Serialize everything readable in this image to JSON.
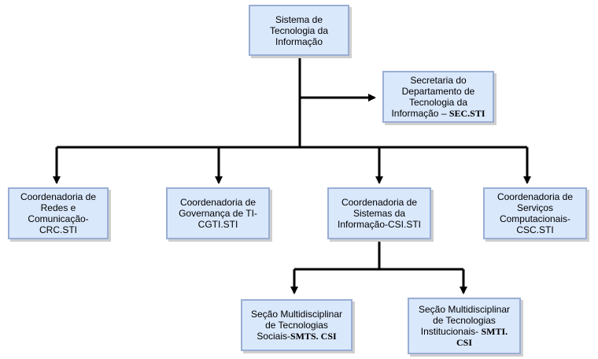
{
  "diagram": {
    "root": {
      "lines": [
        "Sistema de",
        "Tecnologia da",
        "Informação"
      ]
    },
    "secretaria": {
      "lines": [
        "Secretaria do",
        "Departamento de",
        "Tecnologia da"
      ],
      "last_prefix": "Informação – ",
      "last_suffix": "SEC.STI"
    },
    "crc": {
      "lines": [
        "Coordenadoria de",
        "Redes e",
        "Comunicação-",
        "CRC.STI"
      ]
    },
    "cgti": {
      "lines": [
        "Coordenadoria de",
        "Governança de TI-",
        "CGTI.STI"
      ]
    },
    "csi": {
      "lines": [
        "Coordenadoria de",
        "Sistemas da",
        "Informação-CSI.STI"
      ]
    },
    "csc": {
      "lines": [
        "Coordenadoria de",
        "Serviços",
        "Computacionais-",
        "CSC.STI"
      ]
    },
    "smts": {
      "lines": [
        "Seção Multidisciplinar",
        "de Tecnologias"
      ],
      "last_prefix": "Sociais-",
      "last_suffix": "SMTS. CSI"
    },
    "smti": {
      "lines": [
        "Seção Multidisciplinar",
        "de Tecnologias"
      ],
      "last_prefix": "Institucionais- ",
      "last_suffix": "SMTI.",
      "extra_line": "CSI"
    }
  }
}
